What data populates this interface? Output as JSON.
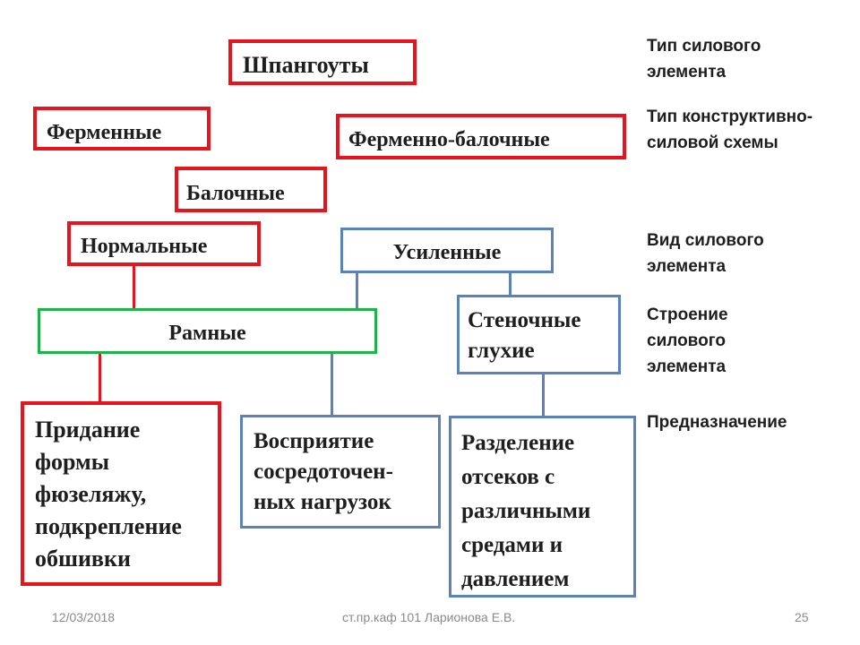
{
  "diagram": {
    "shpangouty": "Шпангоуты",
    "fermennye": "Ферменные",
    "fermenno_balochnye": "Ферменно-балочные",
    "balochnye": "Балочные",
    "normalnye": "Нормальные",
    "usilennye": "Усиленные",
    "ramnye": "Рамные",
    "stenochnye_glukhie": "Стеночные глухие",
    "purpose_shape": "Придание формы фюзеляжу, подкрепление обшивки",
    "purpose_loads": "Восприятие сосредоточен-ных нагрузок",
    "purpose_compartments": "Разделение отсеков с различными средами и давлением"
  },
  "legend": {
    "element_type": "Тип силового элемента",
    "scheme_type": "Тип конструктивно-силовой схемы",
    "element_kind": "Вид силового элемента",
    "element_structure": "Строение силового элемента",
    "purpose": "Предназначение"
  },
  "footer": {
    "date": "12/03/2018",
    "author": "ст.пр.каф 101 Ларионова Е.В.",
    "page_number": "25"
  },
  "colors": {
    "red_border": "#e8141d",
    "blue_border": "#5b82b9",
    "green_border": "#1fb24a"
  }
}
